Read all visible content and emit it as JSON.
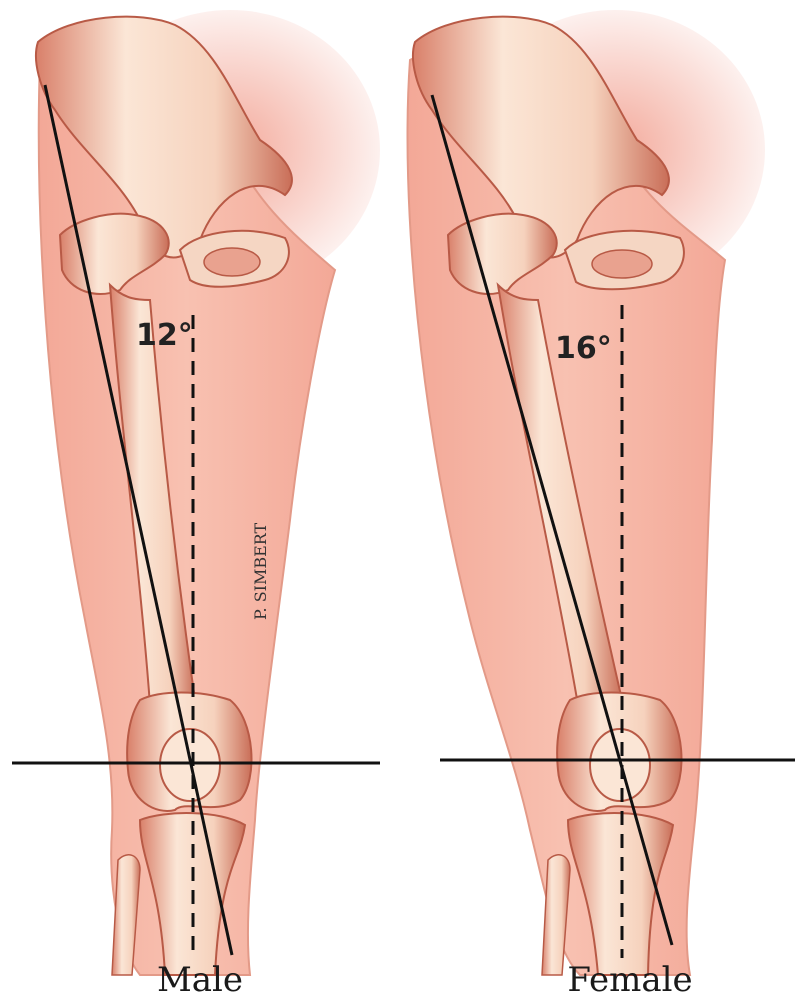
{
  "panels": [
    {
      "angle_label": "12°",
      "caption": "Male"
    },
    {
      "angle_label": "16°",
      "caption": "Female"
    }
  ],
  "signature": "P. SIMBERT",
  "colors": {
    "skin": "#f6b8a8",
    "skin_edge": "#e39a88",
    "bone": "#f7ddc9",
    "bone_shadow": "#c8624e",
    "line": "#111111"
  }
}
